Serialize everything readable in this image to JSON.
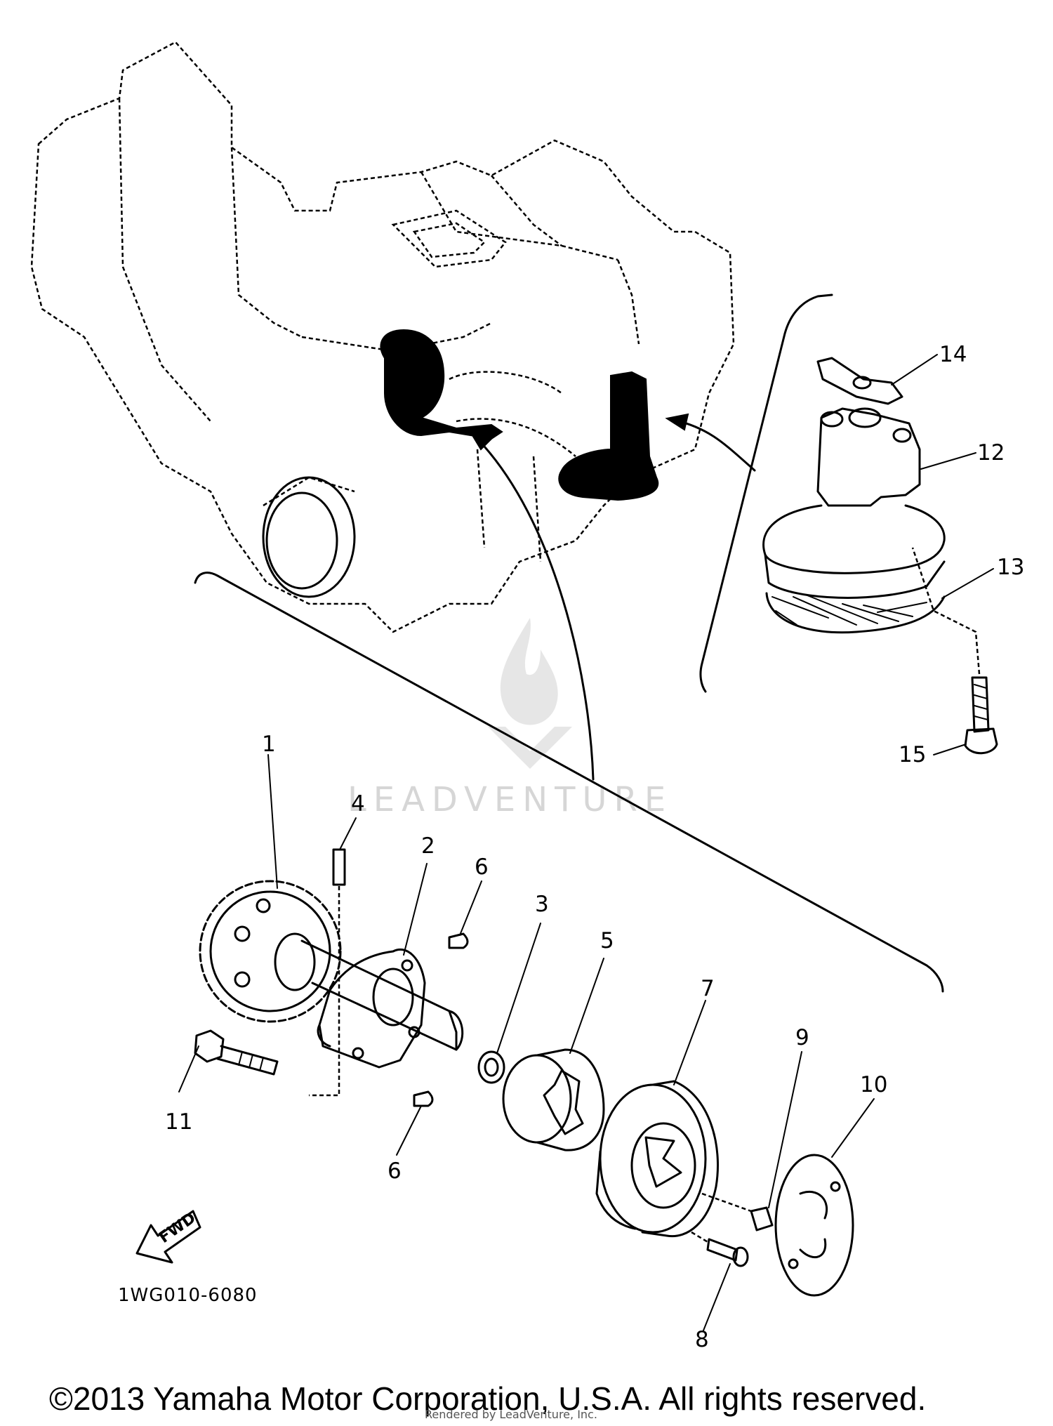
{
  "diagram_code": "1WG010-6080",
  "fwd_label": "FWD",
  "copyright": "©2013 Yamaha Motor Corporation, U.S.A. All rights reserved.",
  "watermark": "LEADVENTURE",
  "rendered_by": "Rendered by LeadVenture, Inc.",
  "callouts": [
    {
      "id": "1",
      "text": "1"
    },
    {
      "id": "2",
      "text": "2"
    },
    {
      "id": "3",
      "text": "3"
    },
    {
      "id": "4",
      "text": "4"
    },
    {
      "id": "5",
      "text": "5"
    },
    {
      "id": "6a",
      "text": "6"
    },
    {
      "id": "6b",
      "text": "6"
    },
    {
      "id": "7",
      "text": "7"
    },
    {
      "id": "8",
      "text": "8"
    },
    {
      "id": "9",
      "text": "9"
    },
    {
      "id": "10",
      "text": "10"
    },
    {
      "id": "11",
      "text": "11"
    },
    {
      "id": "12",
      "text": "12"
    },
    {
      "id": "13",
      "text": "13"
    },
    {
      "id": "14",
      "text": "14"
    },
    {
      "id": "15",
      "text": "15"
    }
  ]
}
